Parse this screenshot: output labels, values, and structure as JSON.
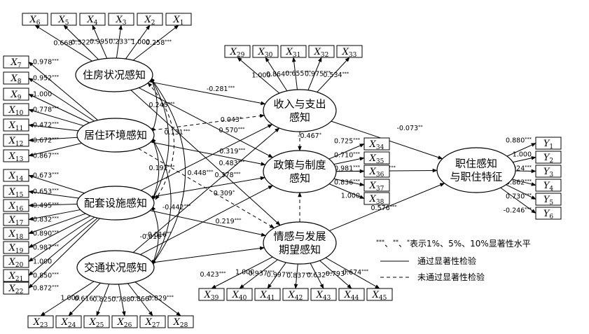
{
  "latents": {
    "housing": [
      "住房状况感知"
    ],
    "living_env": [
      "居住环境感知"
    ],
    "facilities": [
      "配套设施感知"
    ],
    "traffic": [
      "交通状况感知"
    ],
    "income": [
      "收入与支出",
      "感知"
    ],
    "policy": [
      "政策与制度",
      "感知"
    ],
    "emotion": [
      "情感与发展",
      "期望感知"
    ],
    "outcome": [
      "职住感知",
      "与职住特征"
    ]
  },
  "observed": {
    "housing": [
      "X6",
      "X5",
      "X4",
      "X3",
      "X2",
      "X1"
    ],
    "living_env": [
      "X7",
      "X8",
      "X9",
      "X10",
      "X11",
      "X12",
      "X13"
    ],
    "facilities": [
      "X14",
      "X15",
      "X16",
      "X17",
      "X18",
      "X19",
      "X20",
      "X21",
      "X22"
    ],
    "traffic": [
      "X23",
      "X24",
      "X25",
      "X26",
      "X27",
      "X28"
    ],
    "income": [
      "X29",
      "X30",
      "X31",
      "X32",
      "X33"
    ],
    "policy": [
      "X34",
      "X35",
      "X36",
      "X37",
      "X38"
    ],
    "emotion": [
      "X39",
      "X40",
      "X41",
      "X42",
      "X43",
      "X44",
      "X45"
    ],
    "outcome": [
      "Y1",
      "Y2",
      "Y3",
      "Y4",
      "Y5",
      "Y6"
    ]
  },
  "loadings": {
    "housing": [
      "0.668***",
      "0.322***",
      "0.995***",
      "0.233***",
      "1.000",
      "0.258***"
    ],
    "living_env": [
      "0.978***",
      "0.952***",
      "1.000",
      "0.778***",
      "0.472***",
      "0.672***",
      "0.867***"
    ],
    "facilities": [
      "0.673***",
      "0.653***",
      "0.495***",
      "0.832***",
      "0.890***",
      "0.987***",
      "1.000",
      "0.850***",
      "0.872***"
    ],
    "traffic": [
      "1.000",
      "0.616***",
      "0.825***",
      "0.788***",
      "0.866***",
      "0.829***"
    ],
    "income": [
      "1.000",
      "0.864***",
      "0.655***",
      "0.975***",
      "0.534***"
    ],
    "policy": [
      "0.725***",
      "0.710***",
      "0.981***",
      "0.836***",
      "1.000"
    ],
    "emotion": [
      "1.000",
      "0.937***",
      "0.997***",
      "0.837***",
      "0.632***",
      "0.793***",
      "0.674***"
    ],
    "outcome": [
      "0.880***",
      "1.000",
      "0.924***",
      "0.862***",
      "0.730***",
      "-0.246***"
    ]
  },
  "paths": [
    {
      "from": "housing",
      "to": "income",
      "label": "-0.281***",
      "significant": true
    },
    {
      "from": "housing",
      "to": "policy",
      "label": "0.570***",
      "significant": true
    },
    {
      "from": "housing",
      "to": "emotion",
      "label": "0.483***",
      "significant": true
    },
    {
      "from": "living_env",
      "to": "income",
      "label": "0.043*",
      "significant": false
    },
    {
      "from": "living_env",
      "to": "policy",
      "label": "-0.319***",
      "significant": true
    },
    {
      "from": "living_env",
      "to": "emotion",
      "label": "0.309*",
      "significant": false
    },
    {
      "from": "facilities",
      "to": "income",
      "label": "0.378***",
      "significant": true
    },
    {
      "from": "facilities",
      "to": "policy",
      "label": "0.448***",
      "significant": true
    },
    {
      "from": "facilities",
      "to": "emotion",
      "label": "0.219***",
      "significant": true
    },
    {
      "from": "traffic",
      "to": "income",
      "label": "-0.442***",
      "significant": true
    },
    {
      "from": "traffic",
      "to": "policy",
      "label": "-0.016**",
      "significant": true
    },
    {
      "from": "traffic",
      "to": "emotion",
      "label": "0.423***",
      "significant": true
    },
    {
      "from": "income",
      "to": "policy",
      "label": "-0.467*",
      "significant": false
    },
    {
      "from": "emotion",
      "to": "policy",
      "label": "",
      "significant": false
    },
    {
      "from": "income",
      "to": "outcome",
      "label": "-0.073**",
      "significant": true
    },
    {
      "from": "policy",
      "to": "outcome",
      "label": "0.077**",
      "significant": true
    },
    {
      "from": "emotion",
      "to": "outcome",
      "label": "0.576***",
      "significant": true
    }
  ],
  "covariances": {
    "housing_living_env": "0.245***",
    "housing_facilities": "0.192***",
    "living_env_facilities": "0.131***",
    "facilities_traffic": "-0.016**"
  },
  "legend": {
    "significance": "***、**、*表示1%、5%、10%显著性水平",
    "solid": "通过显著性检验",
    "dashed": "未通过显著性检验"
  }
}
